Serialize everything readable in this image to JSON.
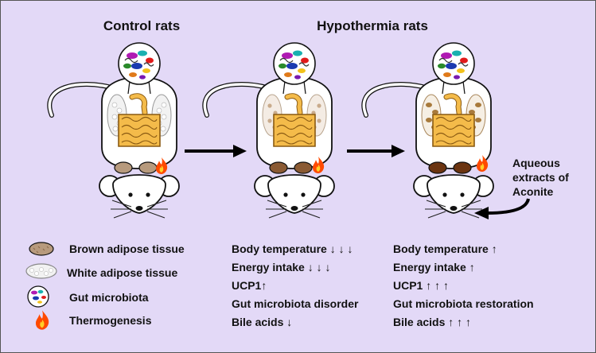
{
  "headers": {
    "control": "Control rats",
    "hypothermia": "Hypothermia rats"
  },
  "legend": [
    {
      "label": "Brown adipose tissue",
      "icon": "brown-adipose-icon"
    },
    {
      "label": "White adipose tissue",
      "icon": "white-adipose-icon"
    },
    {
      "label": "Gut microbiota",
      "icon": "gut-microbiota-icon"
    },
    {
      "label": "Thermogenesis",
      "icon": "flame-icon"
    }
  ],
  "treatment_label": [
    "Aqueous",
    "extracts of",
    "Aconite"
  ],
  "hypothermia_effects": [
    "Body temperature ↓ ↓ ↓",
    "Energy intake ↓ ↓ ↓",
    "UCP1↑",
    "Gut microbiota disorder",
    "Bile acids ↓"
  ],
  "aconite_effects": [
    "Body temperature ↑",
    "Energy intake ↑",
    "UCP1 ↑ ↑ ↑",
    "Gut microbiota restoration",
    "Bile acids ↑ ↑ ↑"
  ],
  "colors": {
    "background": "#e3d9f7",
    "intestine": "#f4bb4a",
    "brown_fat_control": "#b79a7d",
    "brown_fat_hypothermia": "#8a5a33",
    "brown_fat_aconite": "#6b3410",
    "white_fat": "#f2f2f2",
    "flame": "#ff4a00"
  }
}
